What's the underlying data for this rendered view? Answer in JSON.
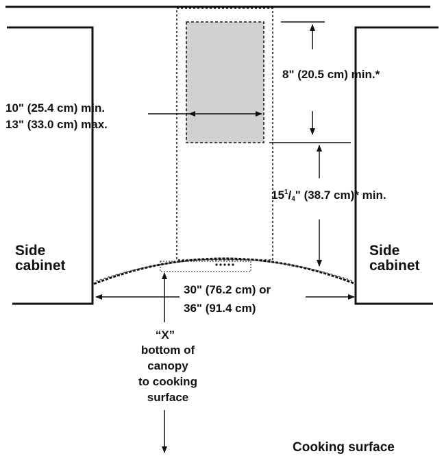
{
  "labels": {
    "side_cabinet_left_line1": "Side",
    "side_cabinet_left_line2": "cabinet",
    "side_cabinet_right_line1": "Side",
    "side_cabinet_right_line2": "cabinet",
    "top_clearance": "8\" (20.5 cm) min.*",
    "width_line1": "10\" (25.4 cm) min.",
    "width_line2": "13\" (33.0 cm) max.",
    "height_min_main": "15",
    "height_min_num": "1",
    "height_min_den": "4",
    "height_min_rest": "\" (38.7 cm)* min.",
    "canopy_width_line1": "30\" (76.2 cm) or",
    "canopy_width_line2": "36\" (91.4 cm)",
    "x_label_line1": "“X”",
    "x_label_line2": "bottom of",
    "x_label_line3": "canopy",
    "x_label_line4": "to cooking",
    "x_label_line5": "surface",
    "cooking_surface": "Cooking surface"
  },
  "colors": {
    "line": "#111111",
    "duct_fill": "#cfd1d3"
  }
}
